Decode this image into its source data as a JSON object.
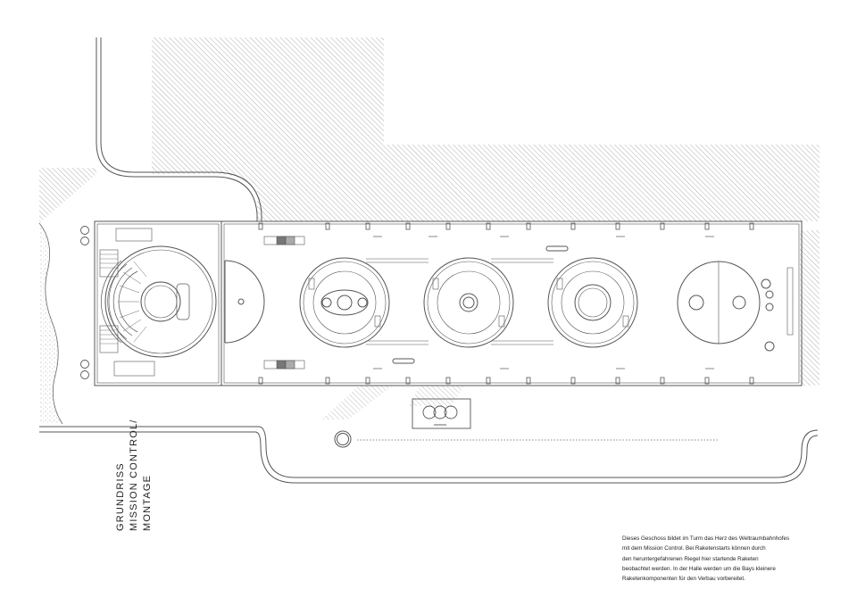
{
  "title": {
    "lines": [
      "GRUNDRISS",
      "MISSION CONTROL/",
      "MONTAGE"
    ]
  },
  "description": {
    "lines": [
      "Dieses Geschoss bildet im Turm das Herz des Weltraumbahnhofes",
      "mit dem Mission Control. Bei Raketenstarts können durch",
      "den heruntergefahrenen Riegel hier startende Raketen",
      "beobachtet werden. In der Halle werden um die Bays kleinere",
      "Raketenkomponenten für den Verbau vorbereitet."
    ]
  },
  "colors": {
    "line": "#555555",
    "hatch": "#9a9a9a",
    "ink": "#222222",
    "background": "#ffffff"
  }
}
